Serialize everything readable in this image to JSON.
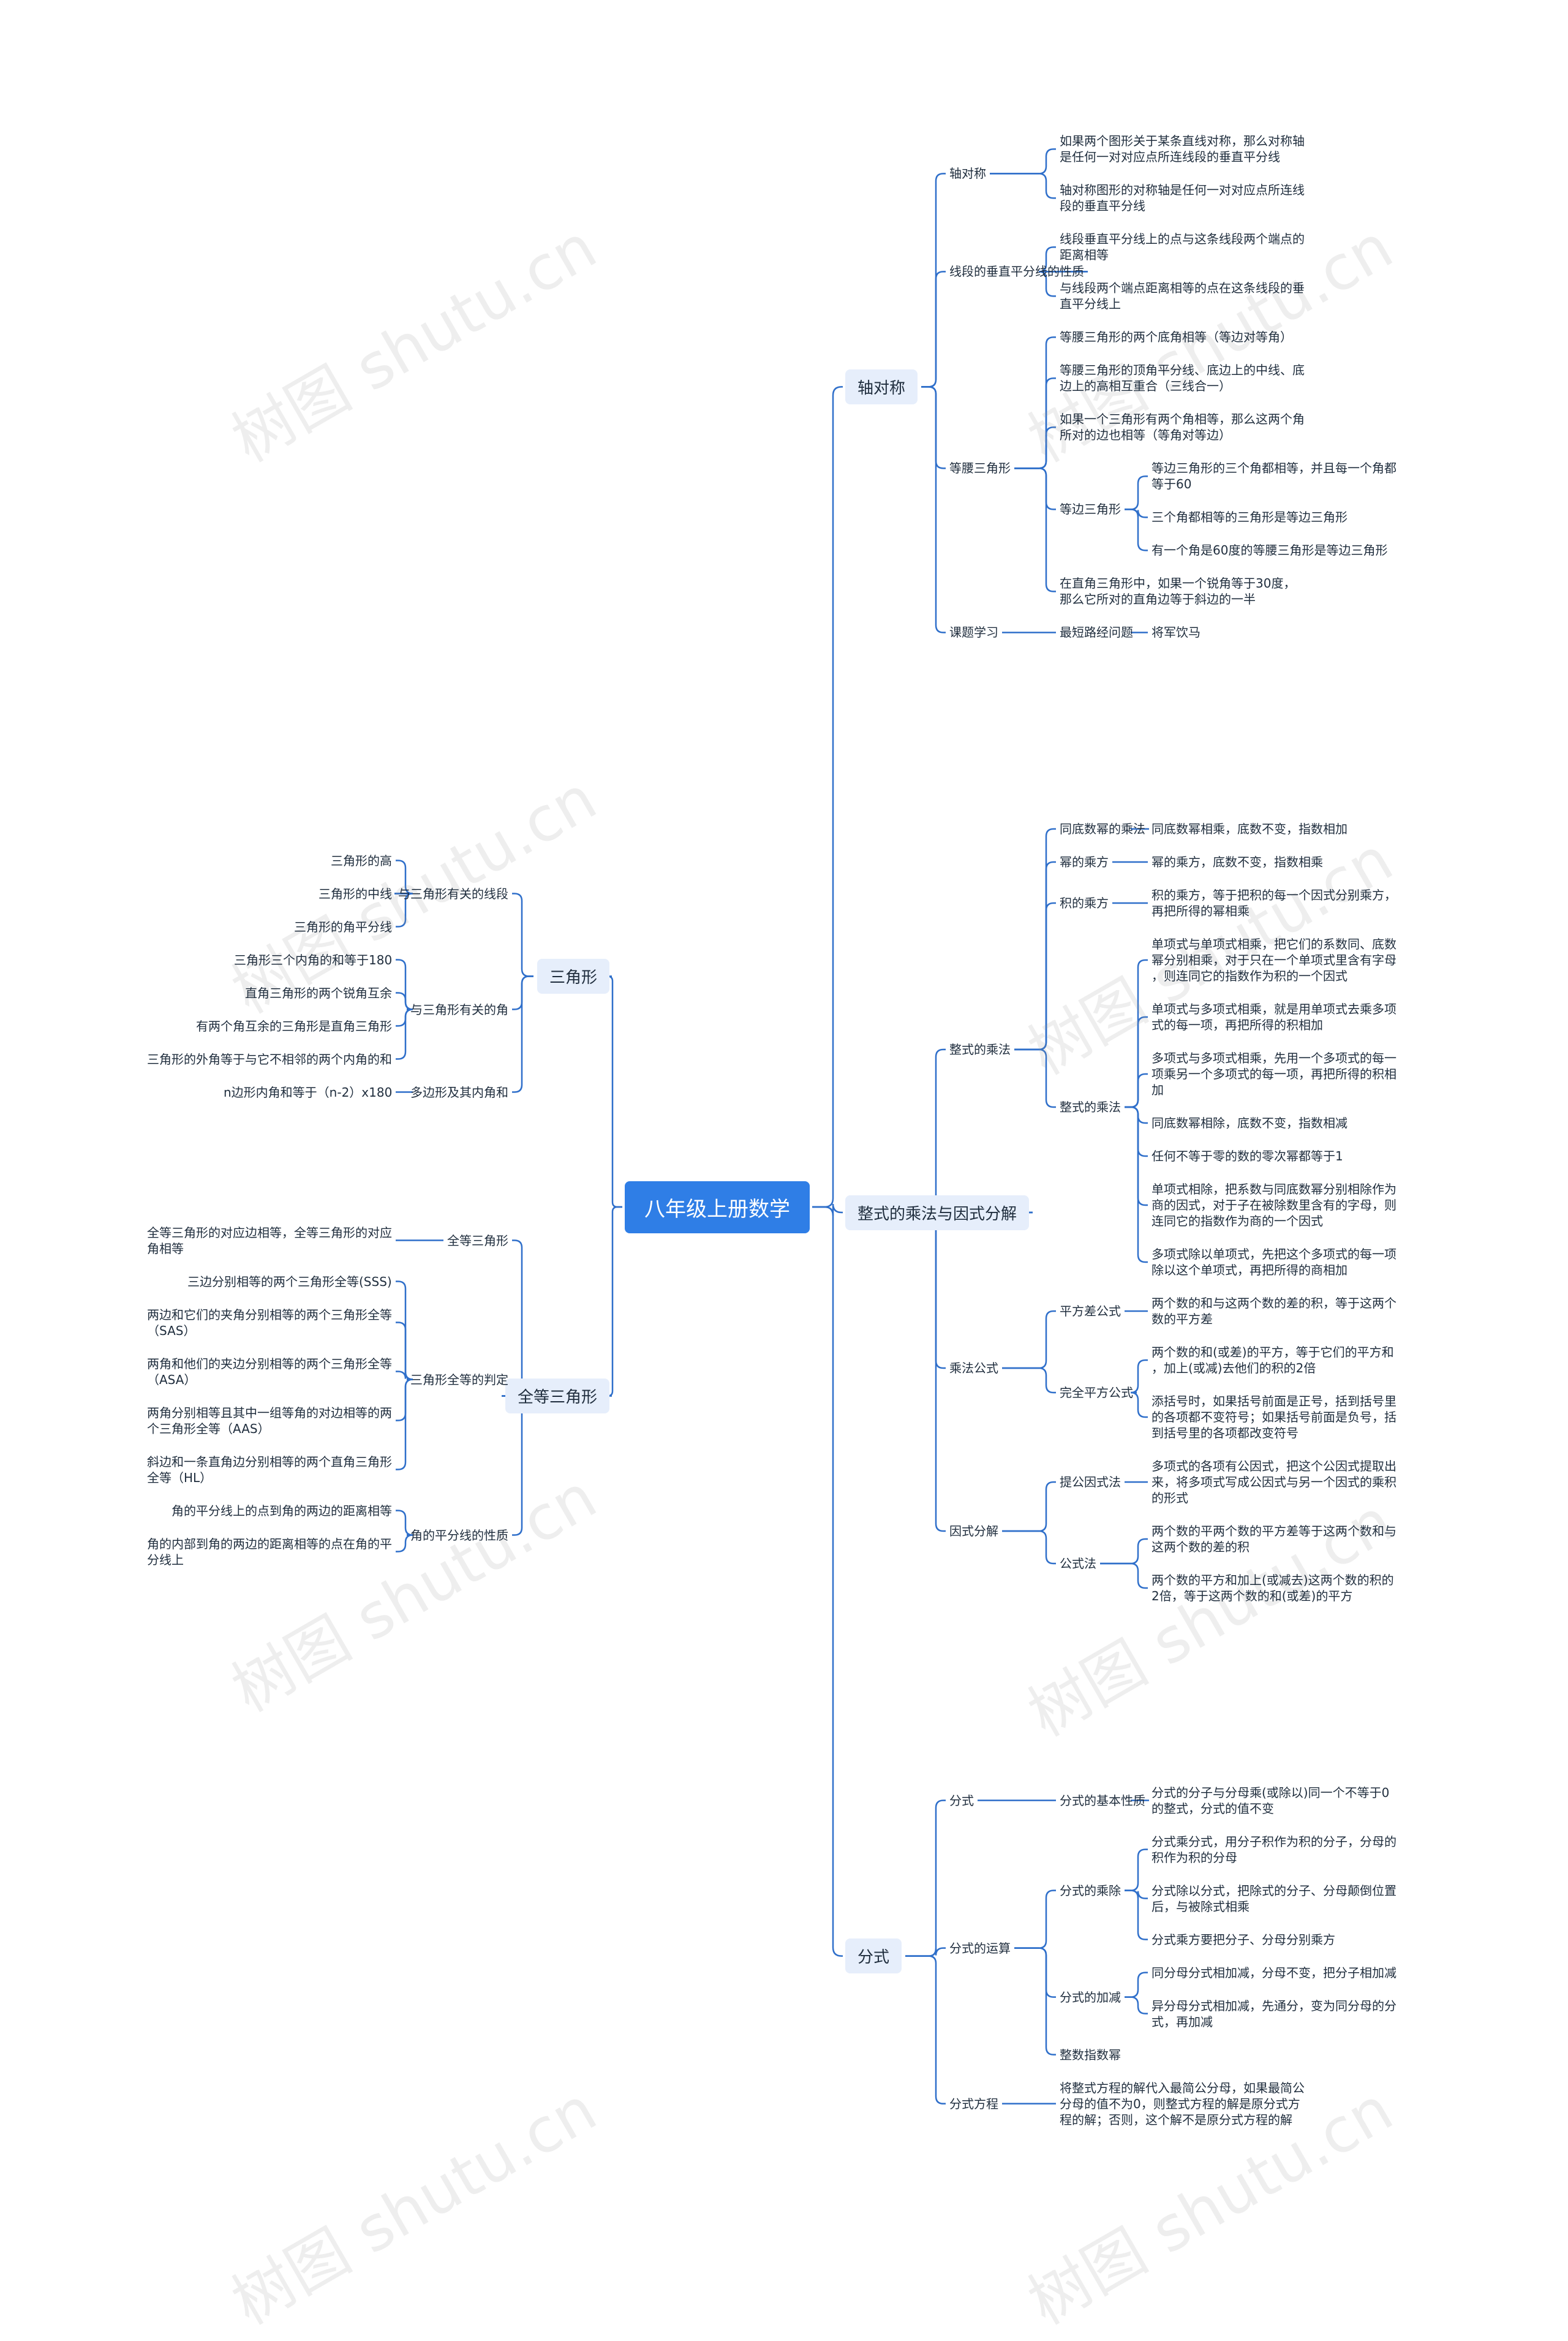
{
  "colors": {
    "line": "#2f6fca",
    "root_bg": "#2f7ee6",
    "branch_bg": "#e6eefb"
  },
  "watermark": "树图 shutu.cn",
  "mindmap": {
    "root": "八年级上册数学",
    "right": [
      {
        "label": "轴对称",
        "children": [
          {
            "label": "轴对称",
            "children": [
              {
                "label": "如果两个图形关于某条直线对称，那么对称轴\n是任何一对对应点所连线段的垂直平分线"
              },
              {
                "label": "轴对称图形的对称轴是任何一对对应点所连线\n段的垂直平分线"
              }
            ]
          },
          {
            "label": "线段的垂直平分线的性质",
            "children": [
              {
                "label": "线段垂直平分线上的点与这条线段两个端点的\n距离相等"
              },
              {
                "label": "与线段两个端点距离相等的点在这条线段的垂\n直平分线上"
              }
            ]
          },
          {
            "label": "等腰三角形",
            "children": [
              {
                "label": "等腰三角形的两个底角相等（等边对等角）"
              },
              {
                "label": "等腰三角形的顶角平分线、底边上的中线、底\n边上的高相互重合（三线合一）"
              },
              {
                "label": "如果一个三角形有两个角相等，那么这两个角\n所对的边也相等（等角对等边）"
              },
              {
                "label": "等边三角形",
                "children": [
                  {
                    "label": "等边三角形的三个角都相等，并且每一个角都\n等于60"
                  },
                  {
                    "label": "三个角都相等的三角形是等边三角形"
                  },
                  {
                    "label": "有一个角是60度的等腰三角形是等边三角形"
                  }
                ]
              },
              {
                "label": "在直角三角形中，如果一个锐角等于30度，\n那么它所对的直角边等于斜边的一半"
              }
            ]
          },
          {
            "label": "课题学习",
            "children": [
              {
                "label": "最短路经问题",
                "children": [
                  {
                    "label": "将军饮马"
                  }
                ]
              }
            ]
          }
        ]
      },
      {
        "label": "整式的乘法与因式分解",
        "children": [
          {
            "label": "整式的乘法",
            "children": [
              {
                "label": "同底数幂的乘法",
                "children": [
                  {
                    "label": "同底数幂相乘，底数不变，指数相加"
                  }
                ]
              },
              {
                "label": "幂的乘方",
                "children": [
                  {
                    "label": "幂的乘方，底数不变，指数相乘"
                  }
                ]
              },
              {
                "label": "积的乘方",
                "children": [
                  {
                    "label": "积的乘方，等于把积的每一个因式分别乘方，\n再把所得的幂相乘"
                  }
                ]
              },
              {
                "label": "整式的乘法",
                "children": [
                  {
                    "label": "单项式与单项式相乘，把它们的系数同、底数\n幂分别相乘，对于只在一个单项式里含有字母\n，则连同它的指数作为积的一个因式"
                  },
                  {
                    "label": "单项式与多项式相乘，就是用单项式去乘多项\n式的每一项，再把所得的积相加"
                  },
                  {
                    "label": "多项式与多项式相乘，先用一个多项式的每一\n项乘另一个多项式的每一项，再把所得的积相\n加"
                  },
                  {
                    "label": "同底数幂相除，底数不变，指数相减"
                  },
                  {
                    "label": "任何不等于零的数的零次幂都等于1"
                  },
                  {
                    "label": "单项式相除，把系数与同底数幂分别相除作为\n商的因式，对于子在被除数里含有的字母，则\n连同它的指数作为商的一个因式"
                  },
                  {
                    "label": "多项式除以单项式，先把这个多项式的每一项\n除以这个单项式，再把所得的商相加"
                  }
                ]
              }
            ]
          },
          {
            "label": "乘法公式",
            "children": [
              {
                "label": "平方差公式",
                "children": [
                  {
                    "label": "两个数的和与这两个数的差的积，等于这两个\n数的平方差"
                  }
                ]
              },
              {
                "label": "完全平方公式",
                "children": [
                  {
                    "label": "两个数的和(或差)的平方，等于它们的平方和\n，加上(或减)去他们的积的2倍"
                  },
                  {
                    "label": "添括号时，如果括号前面是正号，括到括号里\n的各项都不变符号；如果括号前面是负号，括\n到括号里的各项都改变符号"
                  }
                ]
              }
            ]
          },
          {
            "label": "因式分解",
            "children": [
              {
                "label": "提公因式法",
                "children": [
                  {
                    "label": "多项式的各项有公因式，把这个公因式提取出\n来，将多项式写成公因式与另一个因式的乘积\n的形式"
                  }
                ]
              },
              {
                "label": "公式法",
                "children": [
                  {
                    "label": "两个数的平两个数的平方差等于这两个数和与\n这两个数的差的积"
                  },
                  {
                    "label": "两个数的平方和加上(或减去)这两个数的积的\n2倍，等于这两个数的和(或差)的平方"
                  }
                ]
              }
            ]
          }
        ]
      },
      {
        "label": "分式",
        "children": [
          {
            "label": "分式",
            "children": [
              {
                "label": "分式的基本性质",
                "children": [
                  {
                    "label": "分式的分子与分母乘(或除以)同一个不等于0\n的整式，分式的值不变"
                  }
                ]
              }
            ]
          },
          {
            "label": "分式的运算",
            "children": [
              {
                "label": "分式的乘除",
                "children": [
                  {
                    "label": "分式乘分式，用分子积作为积的分子，分母的\n积作为积的分母"
                  },
                  {
                    "label": "分式除以分式，把除式的分子、分母颠倒位置\n后，与被除式相乘"
                  },
                  {
                    "label": "分式乘方要把分子、分母分别乘方"
                  }
                ]
              },
              {
                "label": "分式的加减",
                "children": [
                  {
                    "label": "同分母分式相加减，分母不变，把分子相加减"
                  },
                  {
                    "label": "异分母分式相加减，先通分，变为同分母的分\n式，再加减"
                  }
                ]
              },
              {
                "label": "整数指数幂"
              }
            ]
          },
          {
            "label": "分式方程",
            "children": [
              {
                "label": "将整式方程的解代入最简公分母，如果最简公\n分母的值不为0，则整式方程的解是原分式方\n程的解；否则，这个解不是原分式方程的解"
              }
            ]
          }
        ]
      }
    ],
    "left": [
      {
        "label": "三角形",
        "children": [
          {
            "label": "与三角形有关的线段",
            "children": [
              {
                "label": "三角形的高"
              },
              {
                "label": "三角形的中线"
              },
              {
                "label": "三角形的角平分线"
              }
            ]
          },
          {
            "label": "与三角形有关的角",
            "children": [
              {
                "label": "三角形三个内角的和等于180"
              },
              {
                "label": "直角三角形的两个锐角互余"
              },
              {
                "label": "有两个角互余的三角形是直角三角形"
              },
              {
                "label": "三角形的外角等于与它不相邻的两个内角的和"
              }
            ]
          },
          {
            "label": "多边形及其内角和",
            "children": [
              {
                "label": "n边形内角和等于（n-2）x180"
              }
            ]
          }
        ]
      },
      {
        "label": "全等三角形",
        "children": [
          {
            "label": "全等三角形",
            "children": [
              {
                "label": "全等三角形的对应边相等，全等三角形的对应\n角相等"
              }
            ]
          },
          {
            "label": "三角形全等的判定",
            "children": [
              {
                "label": "三边分别相等的两个三角形全等(SSS)"
              },
              {
                "label": "两边和它们的夹角分别相等的两个三角形全等\n（SAS）"
              },
              {
                "label": "两角和他们的夹边分别相等的两个三角形全等\n（ASA）"
              },
              {
                "label": "两角分别相等且其中一组等角的对边相等的两\n个三角形全等（AAS）"
              },
              {
                "label": "斜边和一条直角边分别相等的两个直角三角形\n全等（HL）"
              }
            ]
          },
          {
            "label": "角的平分线的性质",
            "children": [
              {
                "label": "角的平分线上的点到角的两边的距离相等"
              },
              {
                "label": "角的内部到角的两边的距离相等的点在角的平\n分线上"
              }
            ]
          }
        ]
      }
    ]
  }
}
